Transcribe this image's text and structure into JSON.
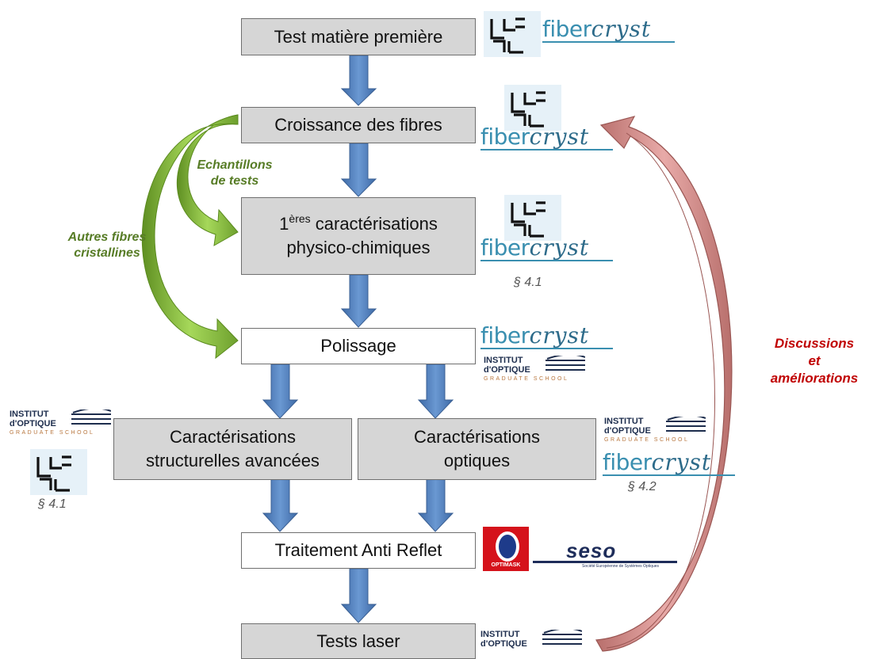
{
  "boxes": {
    "test_matiere": "Test matière première",
    "croissance": "Croissance des fibres",
    "caracterisation1_super": "ères",
    "caracterisation1_pre": "1",
    "caracterisation1_line1": " caractérisations",
    "caracterisation1_line2": "physico-chimiques",
    "polissage": "Polissage",
    "struct_line1": "Caractérisations",
    "struct_line2": "structurelles avancées",
    "optiques_line1": "Caractérisations",
    "optiques_line2": "optiques",
    "antireflet": "Traitement Anti Reflet",
    "tests_laser": "Tests laser"
  },
  "labels": {
    "echantillons_line1": "Echantillons",
    "echantillons_line2": "de tests",
    "autres_line1": "Autres fibres",
    "autres_line2": "cristallines",
    "discussions_line1": "Discussions",
    "discussions_line2": "et",
    "discussions_line3": "améliorations"
  },
  "refs": {
    "physico": "§ 4.1",
    "struct": "§ 4.1",
    "optiques": "§ 4.2"
  },
  "logos": {
    "fibercryst_a": "fiber",
    "fibercryst_b": "cryst",
    "institut_line1": "INSTITUT",
    "institut_line2": "d'OPTIQUE",
    "institut_line3": "GRADUATE SCHOOL",
    "optimask": "OPTIMASK",
    "seso": "seso",
    "seso_sub": "Société Européenne de Systèmes Optiques"
  },
  "colors": {
    "box_grey": "#d6d6d6",
    "arrow_blue": "#4f81bd",
    "arrow_green": "#8cc63f",
    "arrow_pink": "#d99694",
    "label_green": "#577c26",
    "label_red": "#c00000"
  }
}
